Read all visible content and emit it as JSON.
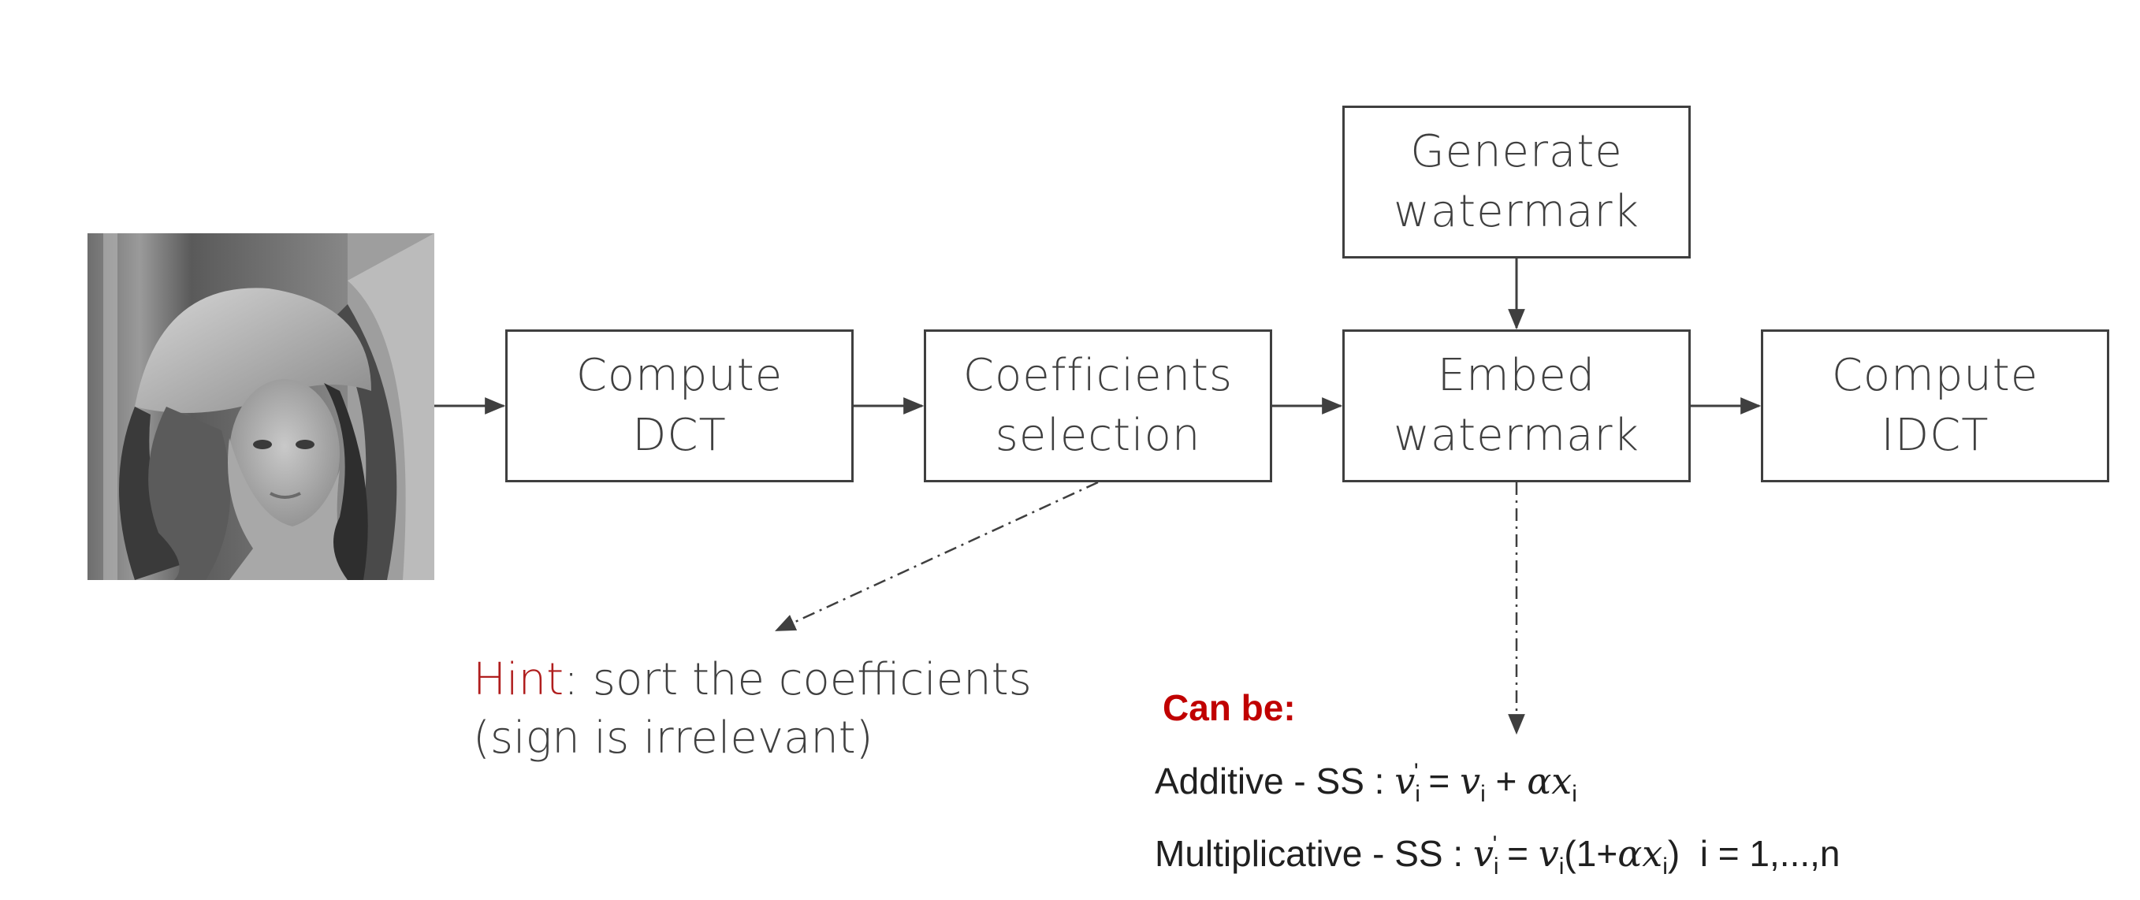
{
  "boxes": {
    "compute_dct": [
      "Compute",
      "DCT"
    ],
    "coefficients_selection": [
      "Coefficients",
      "selection"
    ],
    "embed_watermark": [
      "Embed",
      "watermark"
    ],
    "compute_idct": [
      "Compute",
      "IDCT"
    ],
    "generate_watermark": [
      "Generate",
      "watermark"
    ]
  },
  "hint": {
    "label": "Hint",
    "line1_rest": ": sort the coefficients",
    "line2": "(sign is irrelevant)"
  },
  "can_be": "Can be:",
  "formulas": {
    "additive": {
      "name": "Additive - SS",
      "lhs_var": "v",
      "lhs_sub": "i",
      "lhs_prime": "'",
      "rhs_var": "v",
      "rhs_sub": "i",
      "plus": "+",
      "alpha": "α",
      "x_var": "x",
      "x_sub": "i"
    },
    "multiplicative": {
      "name": "Multiplicative - SS",
      "lhs_var": "v",
      "lhs_sub": "i",
      "lhs_prime": "'",
      "rhs_var": "v",
      "rhs_sub": "i",
      "open": "(1+",
      "alpha": "α",
      "x_var": "x",
      "x_sub": "i",
      "close": ")",
      "range": "i = 1,...,n"
    }
  },
  "colors": {
    "box_border": "#3f3f3f",
    "text": "#404040",
    "hint_accent": "#b01e1e",
    "can_be": "#c00000"
  }
}
